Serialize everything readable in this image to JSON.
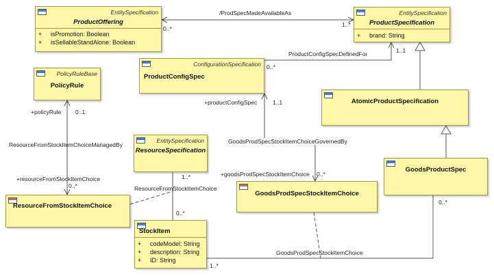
{
  "classes": {
    "product_offering": {
      "stereotype": "EntitySpecification",
      "name": "ProductOffering",
      "attributes": [
        {
          "visibility": "+",
          "text": "isPromotion: Boolean"
        },
        {
          "visibility": "+",
          "text": "isSellableStandAlone: Boolean"
        }
      ]
    },
    "product_specification": {
      "stereotype": "EntitySpecification",
      "name": "ProductSpecification",
      "attributes": [
        {
          "visibility": "+",
          "text": "brand: String"
        }
      ]
    },
    "policy_rule": {
      "stereotype": "PolicyRuleBase",
      "name": "PolicyRule"
    },
    "product_config_spec": {
      "stereotype": "ConfigurationSpecification",
      "name": "ProductConfigSpec"
    },
    "atomic_product_specification": {
      "name": "AtomicProductSpecification"
    },
    "resource_specification": {
      "stereotype": "EntitySpecification",
      "name": "ResourceSpecification"
    },
    "goods_product_spec": {
      "name": "GoodsProductSpec"
    },
    "resource_from_stock_item_choice": {
      "name": "ResourceFromStockItemChoice"
    },
    "goods_prod_spec_stock_item_choice": {
      "name": "GoodsProdSpecStockItemChoice"
    },
    "stock_item": {
      "name": "StockItem",
      "attributes": [
        {
          "visibility": "+",
          "text": "codeModel: String"
        },
        {
          "visibility": "+",
          "text": "description: String"
        },
        {
          "visibility": "+",
          "text": "ID: String"
        }
      ]
    }
  },
  "associations": {
    "prod_spec_made_available_as": {
      "name": "/ProdSpecMadeAvailableAs",
      "source_mult": "0..*",
      "target_mult": "1..*"
    },
    "product_config_spec_defined_for": {
      "name": "ProductConfigSpecDefinedFor",
      "source_mult": "0..*",
      "target_mult": "1..1"
    },
    "resource_from_stock_item_choice_managed_by": {
      "name": "ResourceFromStockItemChoiceManagedBy",
      "role_top": "+policyRule",
      "mult_top": "0..1",
      "role_bottom": "+resourceFromStockItemChoice",
      "mult_bottom": "0..*"
    },
    "resource_from_stock_item_choice": {
      "name": "ResourceFromStockItemChoice",
      "mult_top": "1..*",
      "mult_bottom": "0..*"
    },
    "goods_prod_spec_stock_item_choice_governed_by": {
      "name": "GoodsProdSpecStockItemChoiceGovernedBy",
      "role_top": "+productConfigSpec",
      "mult_top": "1..1",
      "role_bottom": "+goodsProdSpecStockItemChoice",
      "mult_bottom": "0..*"
    },
    "goods_prod_spec_stock_item_choice": {
      "name": "GoodsProdSpecStockItemChoice",
      "mult_left": "1..*",
      "mult_right": "0..*"
    }
  }
}
